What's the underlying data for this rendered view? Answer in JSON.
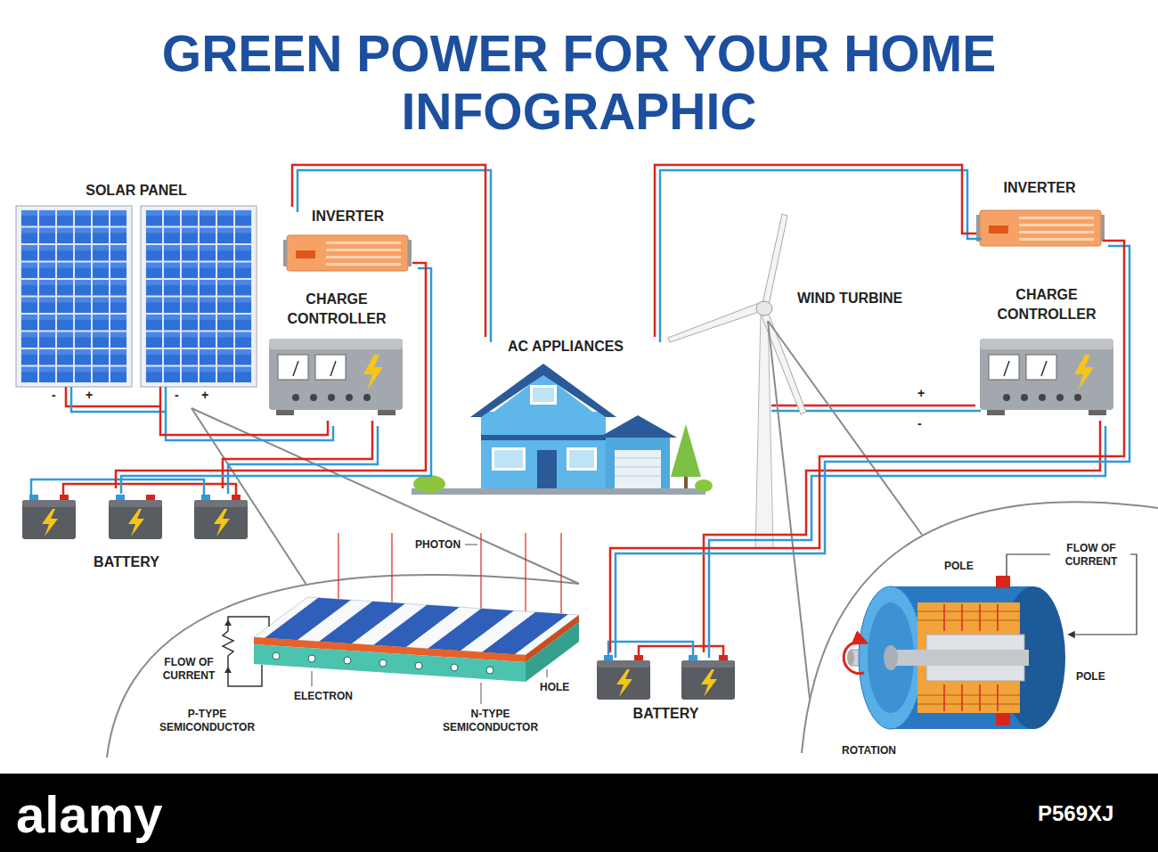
{
  "diagram": {
    "title": "GREEN POWER FOR YOUR HOME INFOGRAPHIC",
    "nodes": [
      {
        "text": [
          "SOLAR PANEL"
        ]
      },
      {
        "text": [
          "INVERTER"
        ]
      },
      {
        "text": [
          "CHARGE CONTROLLER"
        ]
      },
      {
        "text": [
          "AC APPLIANCES"
        ]
      },
      {
        "text": [
          "INVERTER"
        ]
      },
      {
        "text": [
          "WIND TURBINE"
        ]
      },
      {
        "text": [
          "CHARGE CONTROLLER"
        ]
      },
      {
        "text": [
          "BATTERY"
        ]
      },
      {
        "text": [
          "BATTERY"
        ]
      }
    ],
    "edges": [
      {
        "from": 0,
        "to": 2,
        "arrow": "none"
      },
      {
        "from": 2,
        "to": 7,
        "arrow": "none"
      },
      {
        "from": 7,
        "to": 1,
        "arrow": "none"
      },
      {
        "from": 1,
        "to": 3,
        "arrow": "none"
      },
      {
        "from": 5,
        "to": 6,
        "arrow": "none"
      },
      {
        "from": 6,
        "to": 8,
        "arrow": "none"
      },
      {
        "from": 8,
        "to": 4,
        "arrow": "none"
      },
      {
        "from": 4,
        "to": 3,
        "arrow": "none"
      }
    ],
    "labels": [
      "-",
      "+",
      "-",
      "+",
      "+",
      "-",
      "PHOTON",
      "FLOW OF CURRENT",
      "ELECTRON",
      "HOLE",
      "P-TYPE SEMICONDUCTOR",
      "N-TYPE SEMICONDUCTOR",
      "POLE",
      "FLOW OF CURRENT",
      "POLE",
      "ROTATION",
      "alamy",
      "P569XJ"
    ]
  }
}
